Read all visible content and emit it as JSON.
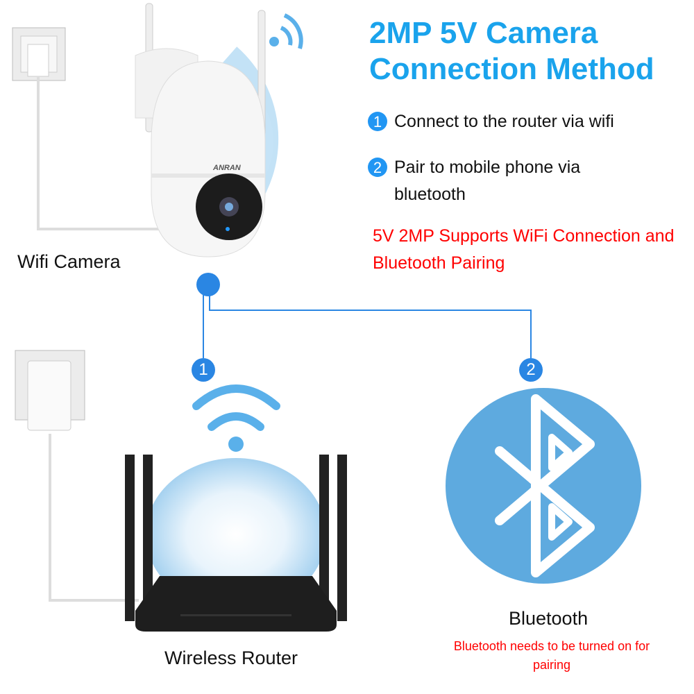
{
  "title": {
    "line1": "2MP 5V Camera",
    "line2": "Connection Method"
  },
  "steps": [
    {
      "num": "1",
      "text": "Connect to the router via wifi"
    },
    {
      "num": "2",
      "text": "Pair to mobile phone via bluetooth"
    }
  ],
  "highlight": "5V 2MP Supports WiFi Connection and Bluetooth Pairing",
  "devices": {
    "camera": {
      "label": "Wifi Camera",
      "brand": "ANRAN"
    },
    "router": {
      "label": "Wireless Router",
      "badge": "1"
    },
    "bluetooth": {
      "label": "Bluetooth",
      "badge": "2",
      "note": "Bluetooth needs to be turned on for pairing"
    }
  },
  "colors": {
    "accent": "#1aa3ec",
    "badge": "#2a86e3",
    "bluetooth": "#5eaadf",
    "warning": "#ff0000"
  }
}
